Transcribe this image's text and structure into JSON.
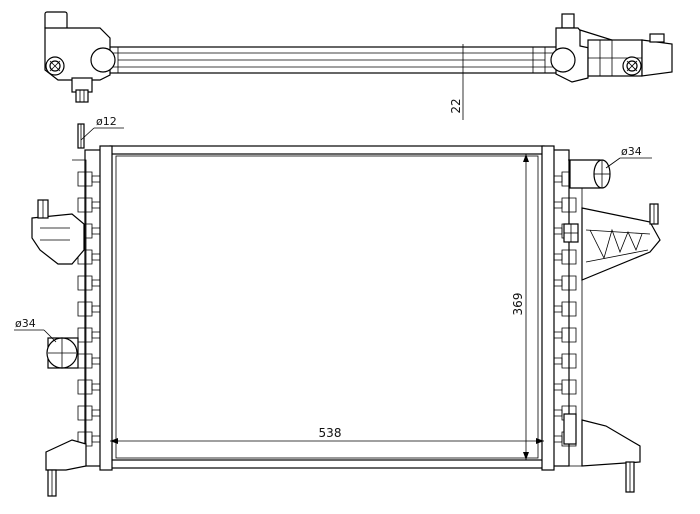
{
  "drawing": {
    "colors": {
      "line": "#000000",
      "background": "#ffffff"
    },
    "dimensions": {
      "width": "538",
      "height": "369",
      "depth": "22",
      "inlet_diameter": "ø34",
      "outlet_diameter": "ø34",
      "pin_diameter": "ø12"
    }
  }
}
